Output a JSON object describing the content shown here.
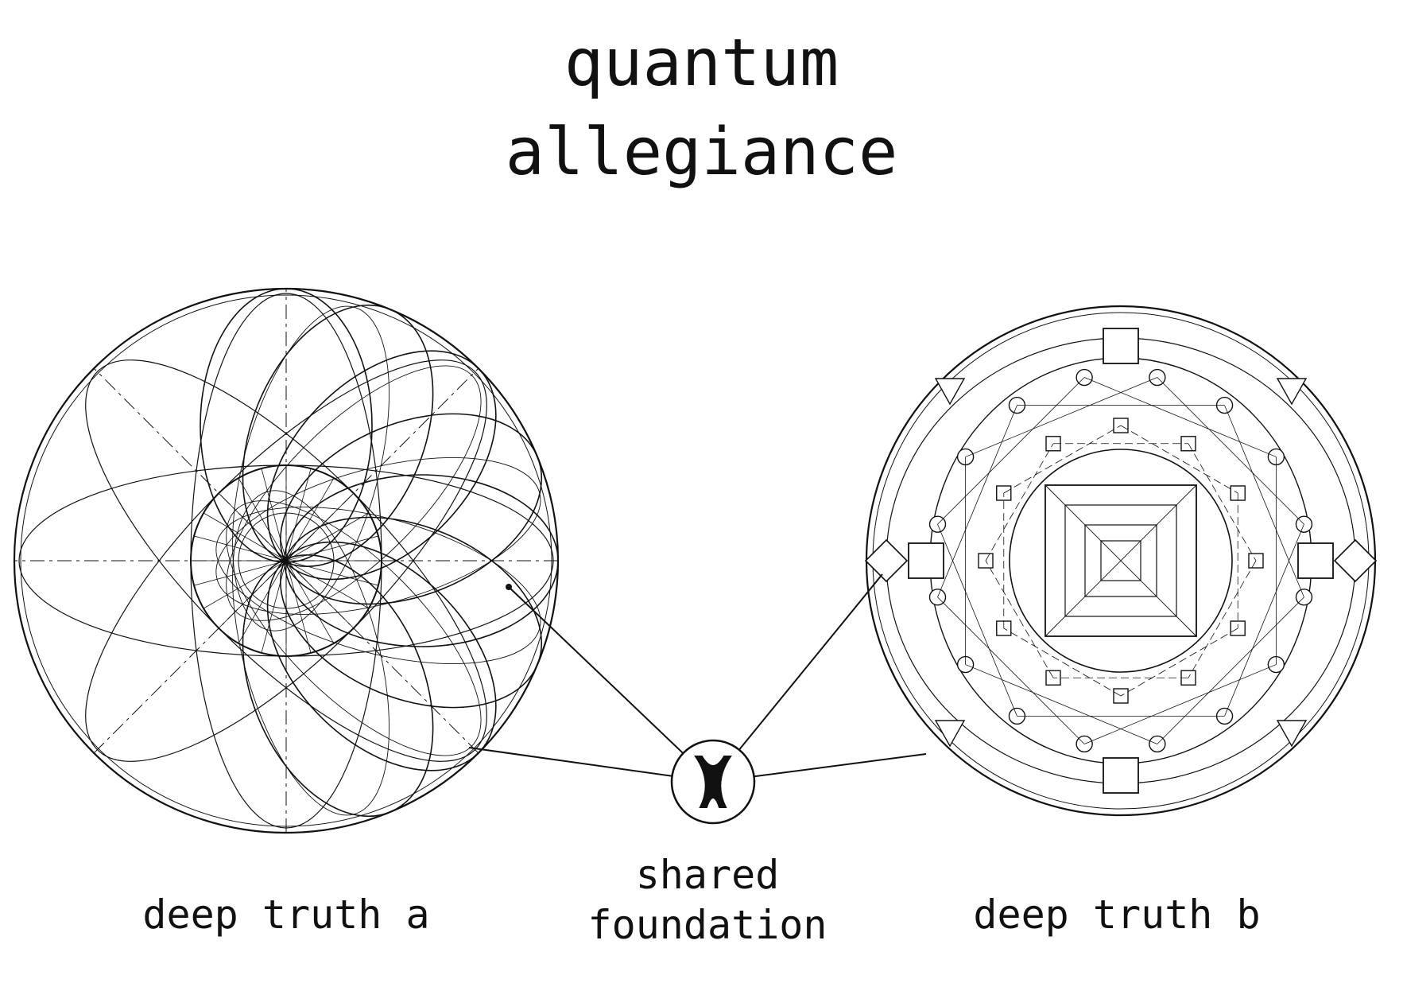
{
  "title": {
    "line1": "quantum",
    "line2": "allegiance"
  },
  "left_node": {
    "label": "deep truth a"
  },
  "right_node": {
    "label": "deep truth b"
  },
  "center_node": {
    "label_line1": "shared",
    "label_line2": "foundation"
  },
  "colors": {
    "ink": "#111111",
    "background": "#ffffff"
  }
}
